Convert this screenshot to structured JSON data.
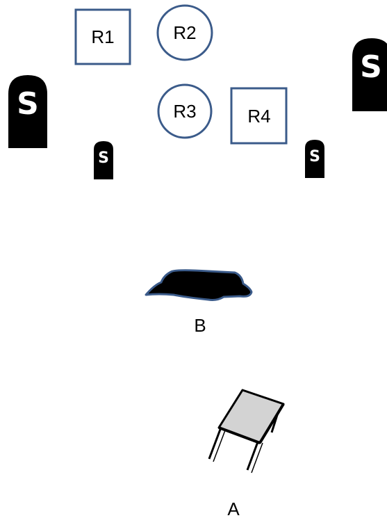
{
  "colors": {
    "shape_stroke": "#3b5b8a",
    "tombstone_fill": "#000000",
    "tombstone_text": "#ffffff",
    "table_top": "#d3d3d3",
    "ink": "#000000"
  },
  "regions": [
    {
      "label": "R1",
      "shape": "square"
    },
    {
      "label": "R2",
      "shape": "circle"
    },
    {
      "label": "R3",
      "shape": "circle"
    },
    {
      "label": "R4",
      "shape": "square"
    }
  ],
  "sensors": [
    {
      "letter": "S",
      "size": "large"
    },
    {
      "letter": "S",
      "size": "large"
    },
    {
      "letter": "S",
      "size": "small"
    },
    {
      "letter": "S",
      "size": "small"
    }
  ],
  "blob": {
    "label": "B",
    "icon": "rug-icon"
  },
  "table": {
    "label": "A",
    "icon": "table-icon"
  }
}
